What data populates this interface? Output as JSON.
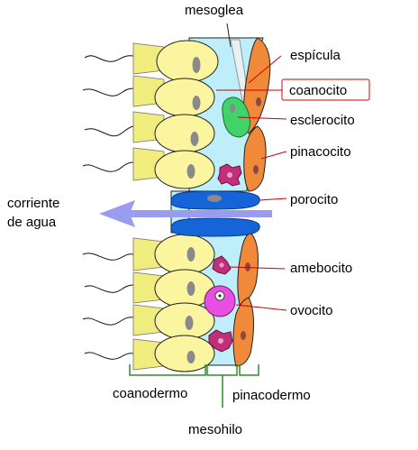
{
  "labels": {
    "mesoglea": "mesoglea",
    "espicula": "espícula",
    "coanocito": "coanocito",
    "esclerocito": "esclerocito",
    "pinacocito": "pinacocito",
    "porocito": "porocito",
    "corriente_line1": "corriente",
    "corriente_line2": "de agua",
    "amebocito": "amebocito",
    "ovocito": "ovocito",
    "coanodermo": "coanodermo",
    "pinacodermo": "pinacodermo",
    "mesohilo": "mesohilo"
  },
  "colors": {
    "mesohyl": "#bfeefb",
    "choanocyte": "#fbf5a0",
    "choanocyte_nucleus": "#8a8a8a",
    "collar": "#f1ec7e",
    "pinacocyte": "#f08a3a",
    "pinacocyte_nucleus": "#8a4a40",
    "porocyte": "#1565d8",
    "water_arrow": "#9a9cf0",
    "sclerocyte": "#3fd36a",
    "spicule": "#e8f0f2",
    "amoebocyte": "#c0307a",
    "oocyte": "#e84fe0",
    "pointer_line": "#c80000",
    "bracket": "#2f8a2f",
    "highlight_box": "#e03030"
  }
}
